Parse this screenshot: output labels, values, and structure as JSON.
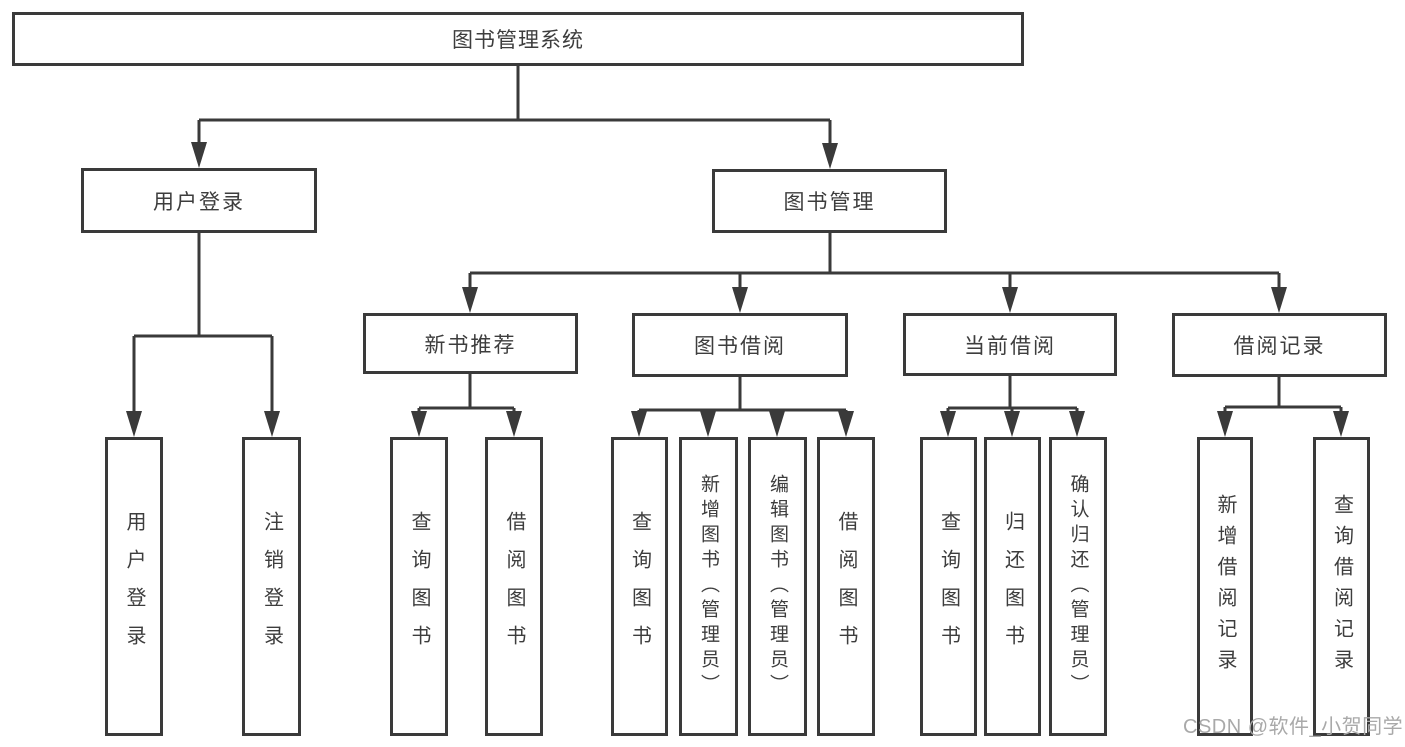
{
  "tree": {
    "root": "图书管理系统",
    "branches": [
      {
        "label": "用户登录",
        "children": [
          "用户登录",
          "注销登录"
        ]
      },
      {
        "label": "图书管理",
        "groups": [
          {
            "label": "新书推荐",
            "children": [
              "查询图书",
              "借阅图书"
            ]
          },
          {
            "label": "图书借阅",
            "children": [
              "查询图书",
              "新增图书（管理员）",
              "编辑图书（管理员）",
              "借阅图书"
            ]
          },
          {
            "label": "当前借阅",
            "children": [
              "查询图书",
              "归还图书",
              "确认归还（管理员）"
            ]
          },
          {
            "label": "借阅记录",
            "children": [
              "新增借阅记录",
              "查询借阅记录"
            ]
          }
        ]
      }
    ]
  },
  "watermark": {
    "text": "CSDN @软件_小贺同学"
  },
  "colors": {
    "line": "#3a3a3a",
    "box_border": "#3a3a3a",
    "text": "#3d3d3d",
    "watermark": "#a9a9a9",
    "background": "#ffffff"
  }
}
